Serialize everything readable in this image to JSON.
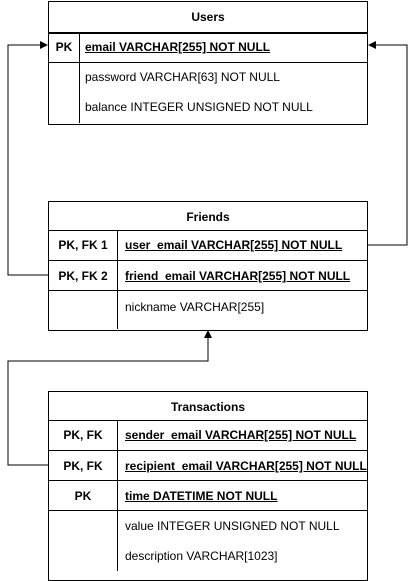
{
  "tables": {
    "users": {
      "title": "Users",
      "rows": [
        {
          "key": "PK",
          "column": "email VARCHAR[255] NOT NULL"
        },
        {
          "key": "",
          "column": "password VARCHAR[63] NOT NULL"
        },
        {
          "key": "",
          "column": "balance INTEGER UNSIGNED NOT NULL"
        }
      ]
    },
    "friends": {
      "title": "Friends",
      "rows": [
        {
          "key": "PK, FK 1",
          "column": "user_email VARCHAR[255] NOT NULL"
        },
        {
          "key": "PK, FK 2",
          "column": "friend_email VARCHAR[255] NOT NULL"
        },
        {
          "key": "",
          "column": "nickname VARCHAR[255]"
        }
      ]
    },
    "transactions": {
      "title": "Transactions",
      "rows": [
        {
          "key": "PK, FK",
          "column": "sender_email VARCHAR[255] NOT NULL"
        },
        {
          "key": "PK, FK",
          "column": "recipient_email VARCHAR[255] NOT NULL"
        },
        {
          "key": "PK",
          "column": "time DATETIME NOT NULL"
        },
        {
          "key": "",
          "column": "value INTEGER UNSIGNED NOT NULL"
        },
        {
          "key": "",
          "column": "description VARCHAR[1023]"
        }
      ]
    }
  },
  "colors": {
    "line": "#000000",
    "background": "#ffffff"
  }
}
